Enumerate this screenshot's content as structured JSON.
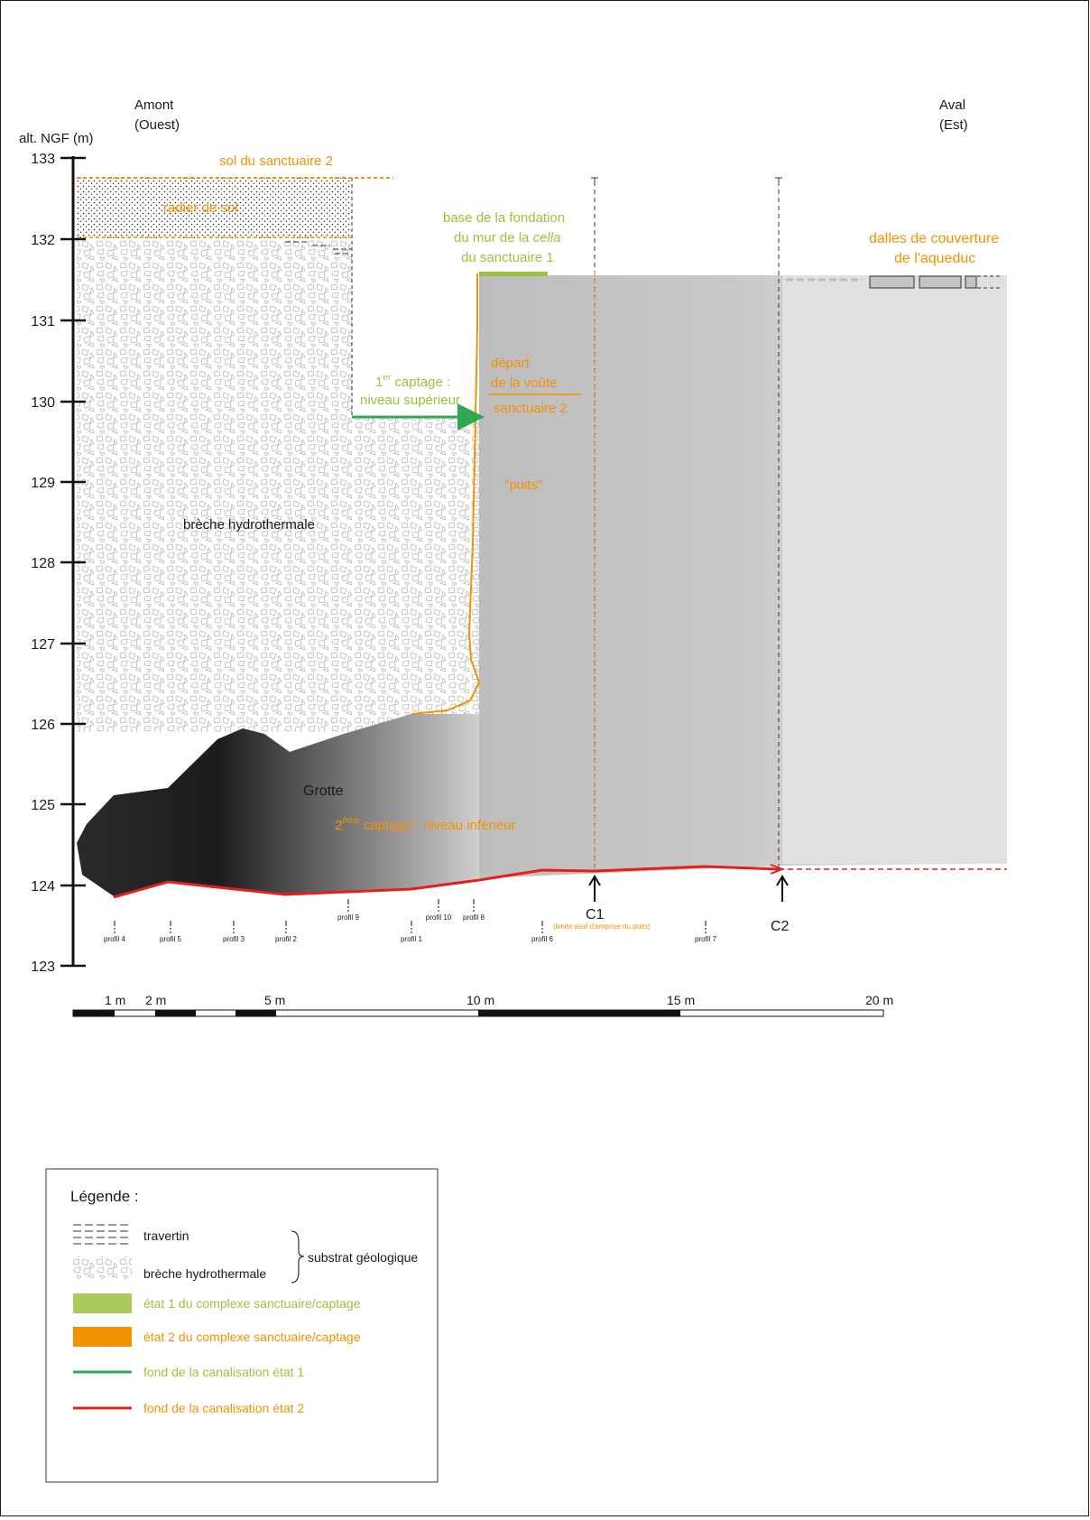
{
  "header": {
    "upstream": [
      "Amont",
      "(Ouest)"
    ],
    "downstream": [
      "Aval",
      "(Est)"
    ],
    "axis_title": "alt. NGF (m)"
  },
  "altitude_axis": {
    "ticks": [
      "133",
      "132",
      "131",
      "130",
      "129",
      "128",
      "127",
      "126",
      "125",
      "124",
      "123"
    ]
  },
  "labels": {
    "sol_sanctuaire": "sol du sanctuaire 2",
    "radier": "radier de sol",
    "fondation": [
      "base de la fondation",
      "du mur de la",
      "cella",
      "du sanctuaire 1"
    ],
    "dalles": [
      "dalles de couverture",
      "de l'aqueduc"
    ],
    "captage1": [
      "1",
      "er",
      " captage :",
      "niveau supérieur"
    ],
    "depart": [
      "départ",
      "de la voûte"
    ],
    "sanctuaire2": "sanctuaire 2",
    "puits": "\"puits\"",
    "breche": "brèche hydrothermale",
    "grotte": "Grotte",
    "captage2": [
      "2",
      "ème",
      " captage : niveau inférieur"
    ],
    "c1": "C1",
    "c1_note": "(limite aval d'emprise du puits)",
    "c2": "C2",
    "profiles": [
      "profil 4",
      "profil 5",
      "profil 3",
      "profil 2",
      "profil 9",
      "profil 1",
      "profil 10",
      "profil 8",
      "profil 6",
      "profil 7"
    ]
  },
  "scale_bar": {
    "labels": [
      "1 m",
      "2 m",
      "5 m",
      "10 m",
      "15 m",
      "20 m"
    ]
  },
  "legend": {
    "title": "Légende :",
    "travertin": "travertin",
    "breche": "brèche hydrothermale",
    "substrat": "substrat géologique",
    "etat1": "état 1 du complexe sanctuaire/captage",
    "etat2": "état 2 du complexe sanctuaire/captage",
    "fond1": "fond de la canalisation état 1",
    "fond2": "fond de la canalisation état 2"
  },
  "colors": {
    "orange": "#f39200",
    "green": "#9bc23c",
    "canal_green": "#2fa84f",
    "canal_red": "#e3201b",
    "grey_fill": "#c8c8c8"
  }
}
